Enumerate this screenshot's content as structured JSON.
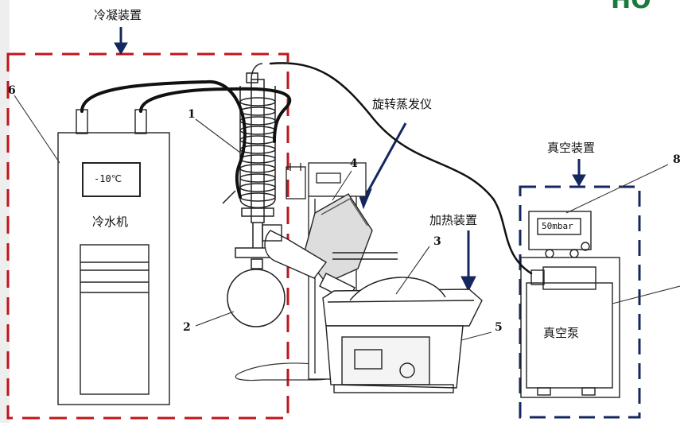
{
  "corner_logo": "HO",
  "labels": {
    "condensing_unit": "冷凝装置",
    "rotary_evaporator": "旋转蒸发仪",
    "vacuum_unit": "真空装置",
    "heating_unit": "加热装置",
    "chiller": "冷水机",
    "vacuum_pump": "真空泵"
  },
  "displays": {
    "chiller_temp": "-10℃",
    "vacuum_pressure": "50mbar"
  },
  "numbers": [
    "1",
    "2",
    "3",
    "4",
    "5",
    "6",
    "8"
  ],
  "colors": {
    "condensing_box": "#c0161b",
    "vacuum_box": "#14285f",
    "arrow": "#14285f",
    "logo": "#1a7a3c",
    "hose": "#111111",
    "line": "#333333"
  }
}
